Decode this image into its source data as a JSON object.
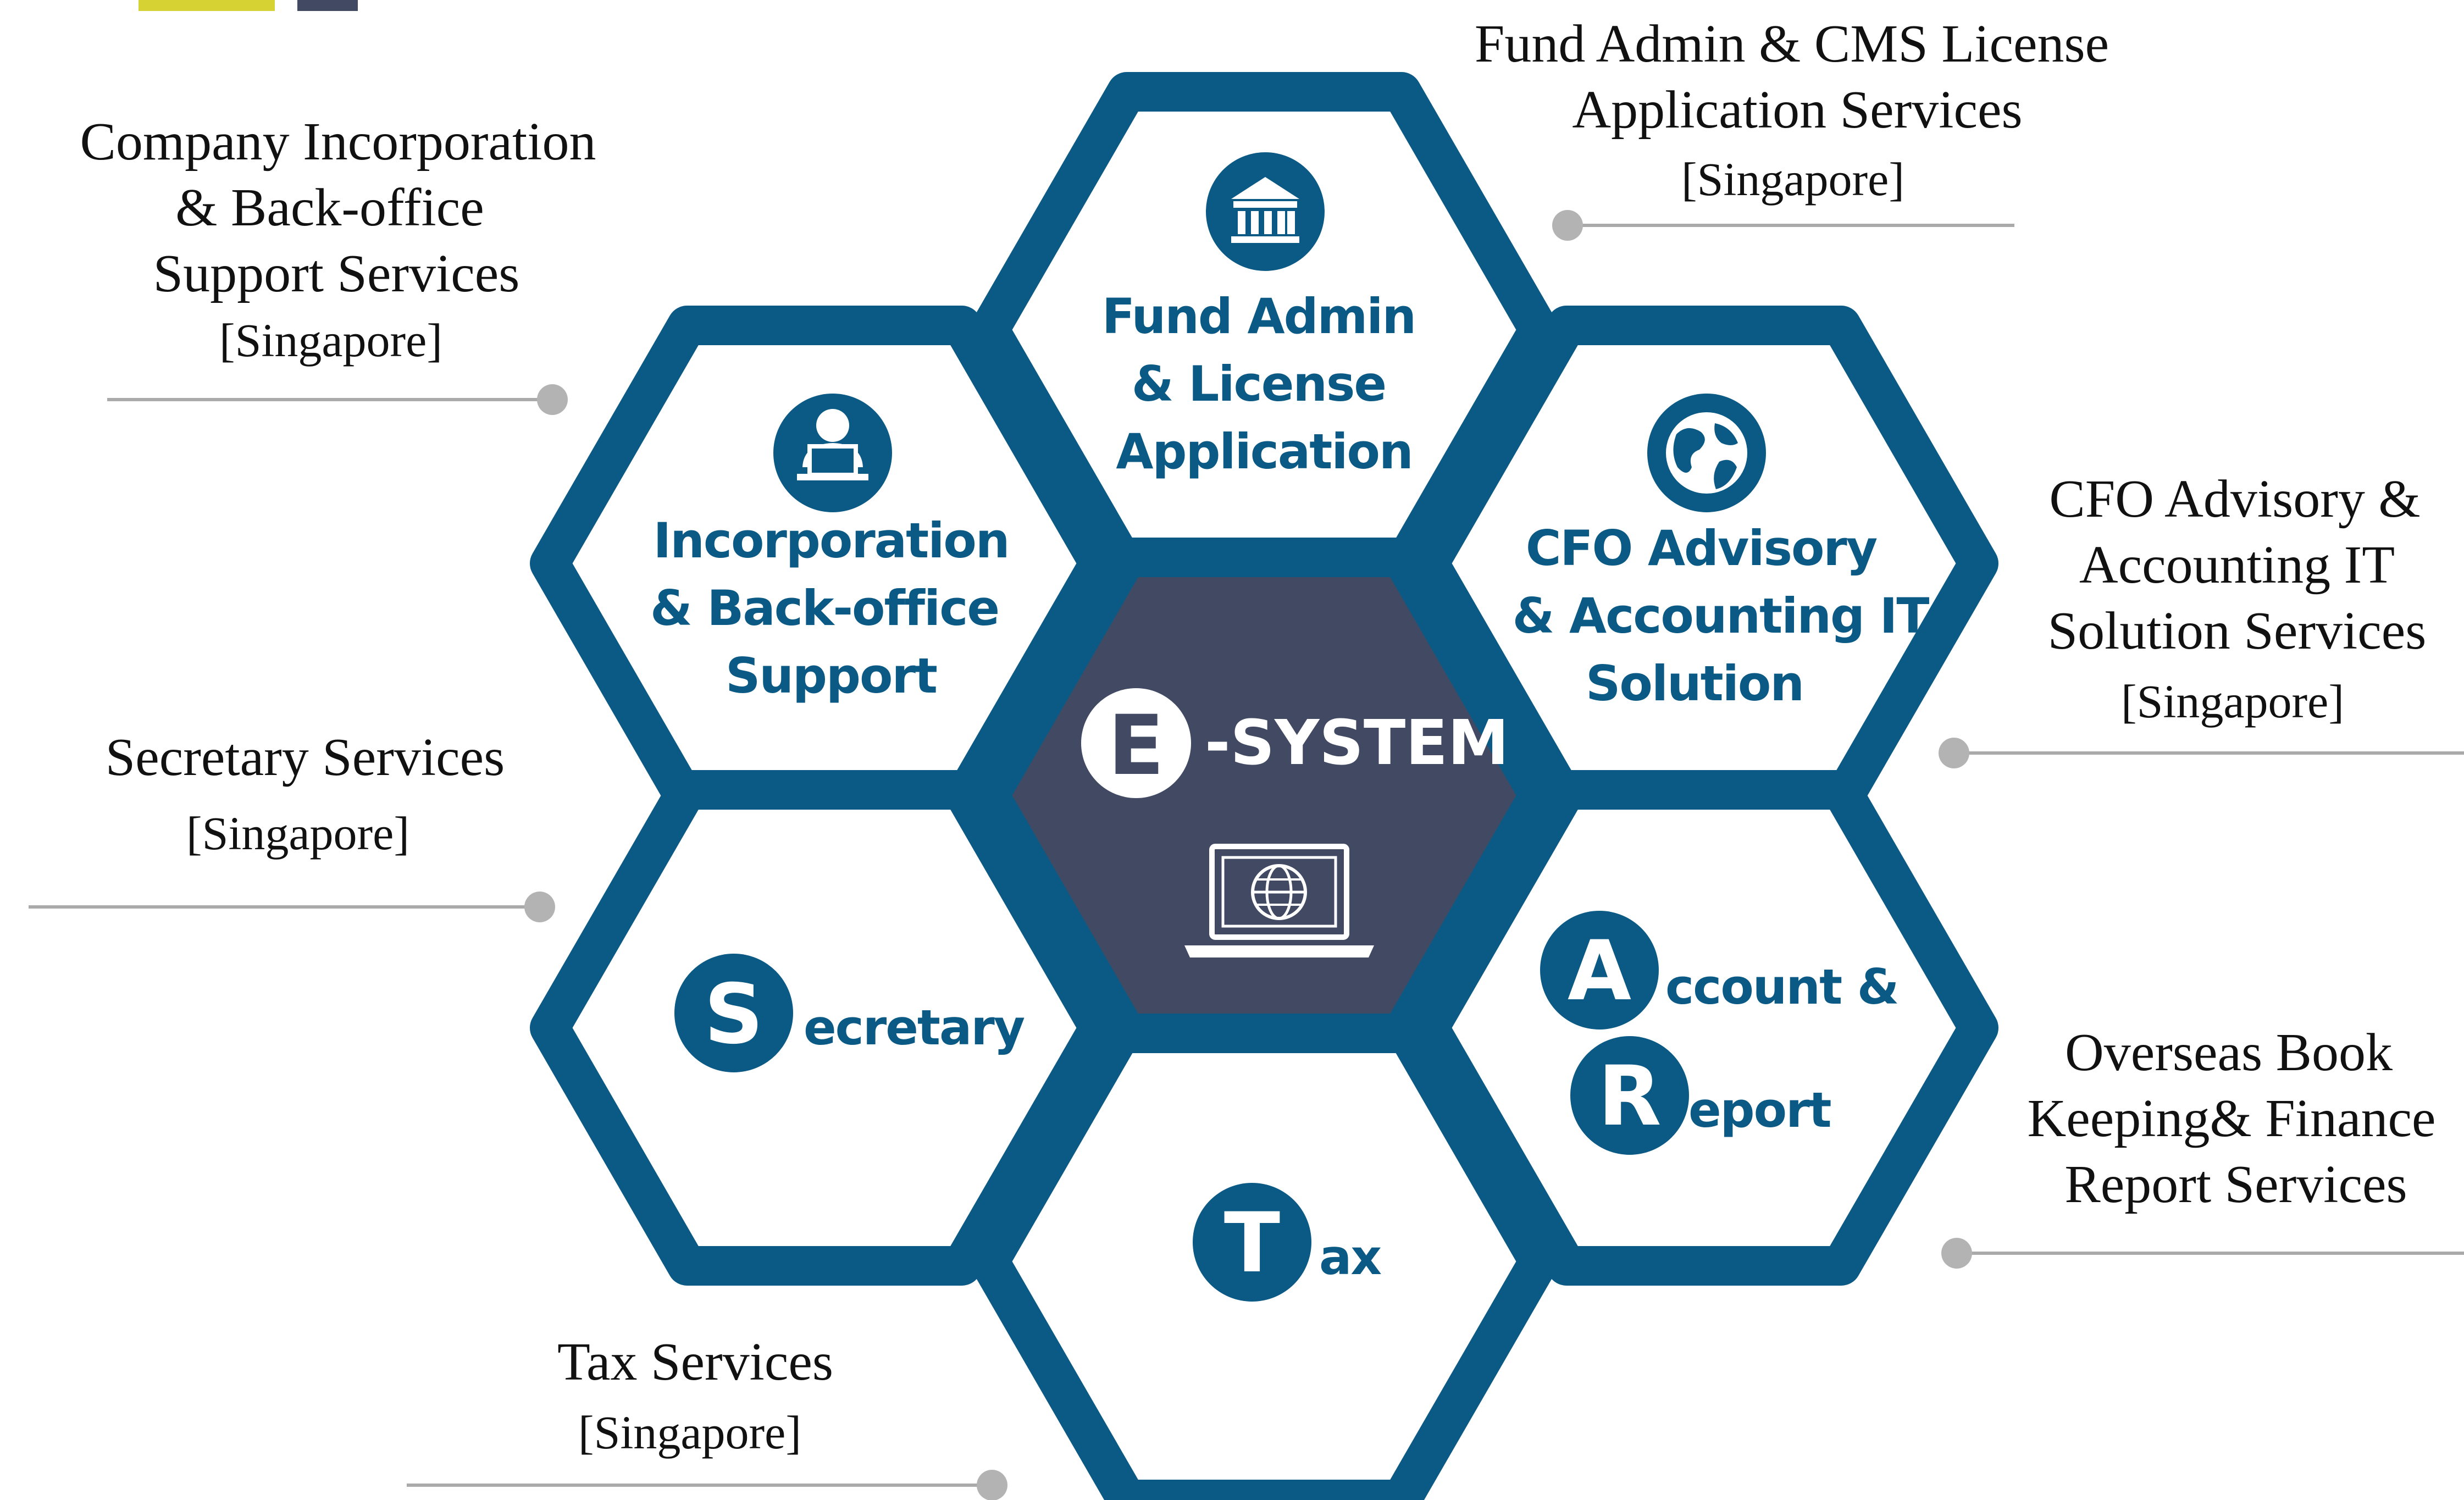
{
  "header_swatches": {
    "colors": [
      "#d6d233",
      "#414a62"
    ]
  },
  "colors": {
    "hex_stroke": "#0b5a86",
    "center_fill": "#414a62",
    "hex_text": "#0b5a86",
    "connector": "#aaaaaa",
    "connector_dot": "#b3b3b3"
  },
  "center": {
    "badge_letter": "E",
    "label": "-SYSTEM",
    "icon": "laptop-globe-icon"
  },
  "hexagons": {
    "fund_admin": {
      "icon": "bank-icon",
      "lines": [
        "Fund Admin",
        "& License",
        "Application"
      ]
    },
    "incorporation": {
      "icon": "person-laptop-icon",
      "lines": [
        "Incorporation",
        "& Back-office",
        "Support"
      ]
    },
    "cfo": {
      "icon": "globe-icon",
      "lines": [
        "CFO Advisory",
        "& Accounting IT",
        "Solution"
      ]
    },
    "secretary": {
      "badge_letter": "S",
      "rest": "ecretary"
    },
    "account_report": {
      "badge_letter_1": "A",
      "rest_1": "ccount &",
      "badge_letter_2": "R",
      "rest_2": "eport"
    },
    "tax": {
      "badge_letter": "T",
      "rest": "ax"
    }
  },
  "labels": {
    "fund_admin": {
      "lines": [
        "Fund Admin & CMS License",
        "Application Services"
      ],
      "region": "[Singapore]"
    },
    "company": {
      "lines": [
        "Company Incorporation",
        "& Back-office",
        "Support Services"
      ],
      "region": "[Singapore]"
    },
    "cfo": {
      "lines": [
        "CFO Advisory &",
        "Accounting IT",
        "Solution Services"
      ],
      "region": "[Singapore]"
    },
    "secretary": {
      "lines": [
        "Secretary Services"
      ],
      "region": "[Singapore]"
    },
    "overseas": {
      "lines": [
        "Overseas Book",
        "Keeping& Finance",
        "Report Services"
      ]
    },
    "tax": {
      "lines": [
        "Tax Services"
      ],
      "region": "[Singapore]"
    }
  }
}
